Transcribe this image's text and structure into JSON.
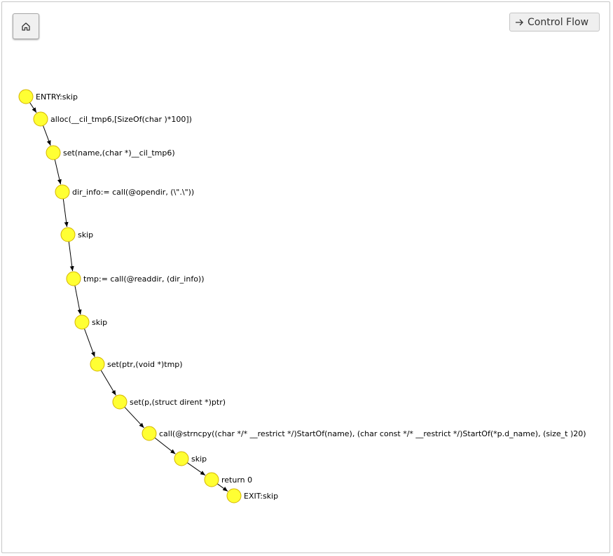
{
  "toolbar": {
    "home_icon": "home-icon",
    "control_flow_label": "Control Flow",
    "control_flow_icon": "arrow-right-icon"
  },
  "colors": {
    "node_fill": "#ffff33",
    "node_stroke": "#d4b400",
    "edge": "#000000"
  },
  "graph": {
    "nodes": [
      {
        "id": "n0",
        "label": "ENTRY:skip"
      },
      {
        "id": "n1",
        "label": "alloc(__cil_tmp6,[SizeOf(char )*100])"
      },
      {
        "id": "n2",
        "label": "set(name,(char *)__cil_tmp6)"
      },
      {
        "id": "n3",
        "label": "dir_info:= call(@opendir, (\\\".\\\"))"
      },
      {
        "id": "n4",
        "label": "skip"
      },
      {
        "id": "n5",
        "label": "tmp:= call(@readdir, (dir_info))"
      },
      {
        "id": "n6",
        "label": "skip"
      },
      {
        "id": "n7",
        "label": "set(ptr,(void *)tmp)"
      },
      {
        "id": "n8",
        "label": "set(p,(struct dirent *)ptr)"
      },
      {
        "id": "n9",
        "label": "call(@strncpy((char */* __restrict */)StartOf(name), (char const */* __restrict */)StartOf(*p.d_name), (size_t )20)"
      },
      {
        "id": "n10",
        "label": "skip"
      },
      {
        "id": "n11",
        "label": "return 0"
      },
      {
        "id": "n12",
        "label": "EXIT:skip"
      }
    ],
    "edges": [
      [
        "n0",
        "n1"
      ],
      [
        "n1",
        "n2"
      ],
      [
        "n2",
        "n3"
      ],
      [
        "n3",
        "n4"
      ],
      [
        "n4",
        "n5"
      ],
      [
        "n5",
        "n6"
      ],
      [
        "n6",
        "n7"
      ],
      [
        "n7",
        "n8"
      ],
      [
        "n8",
        "n9"
      ],
      [
        "n9",
        "n10"
      ],
      [
        "n10",
        "n11"
      ],
      [
        "n11",
        "n12"
      ]
    ]
  }
}
